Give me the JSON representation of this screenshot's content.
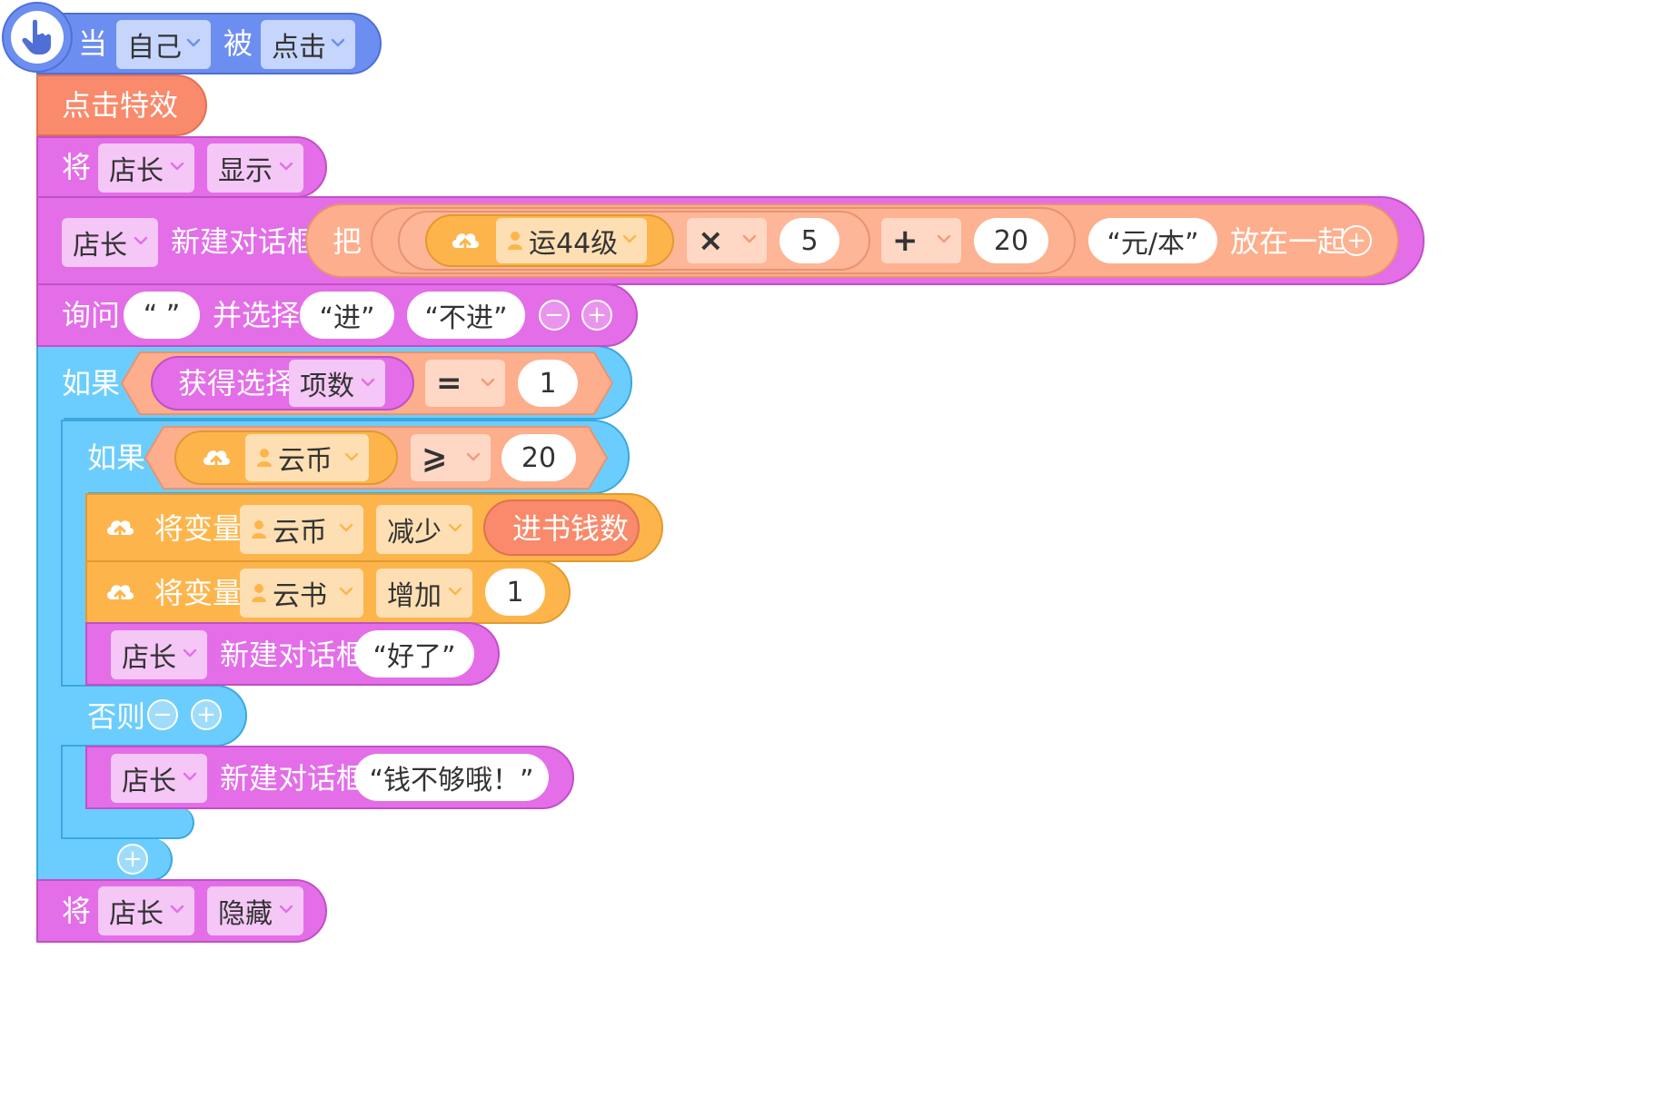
{
  "hat": {
    "when": "当",
    "target": "自己",
    "verb": "被",
    "event": "点击"
  },
  "effect": {
    "label": "点击特效"
  },
  "show": {
    "jiang": "将",
    "actor": "店长",
    "action": "显示"
  },
  "dialog1": {
    "actor": "店长",
    "label": "新建对话框",
    "ba": "把",
    "var": "运44级",
    "mul_op": "×",
    "mul_val": "5",
    "add_op": "+",
    "add_val": "20",
    "text": "“元/本”",
    "join": "放在一起"
  },
  "ask": {
    "label": "询问",
    "question": "“  ”",
    "choose": "并选择",
    "opt1": "“进”",
    "opt2": "“不进”"
  },
  "if1": {
    "label": "如果",
    "get": "获得选择",
    "field": "项数",
    "op": "=",
    "val": "1"
  },
  "if2": {
    "label": "如果",
    "var": "云币",
    "op": "⩾",
    "val": "20"
  },
  "setvar1": {
    "label": "将变量",
    "var": "云币",
    "op": "减少",
    "amount": "进书钱数"
  },
  "setvar2": {
    "label": "将变量",
    "var": "云书",
    "op": "增加",
    "amount": "1"
  },
  "dialog2": {
    "actor": "店长",
    "label": "新建对话框",
    "text": "“好了”"
  },
  "else": {
    "label": "否则"
  },
  "dialog3": {
    "actor": "店长",
    "label": "新建对话框",
    "text": "“钱不够哦！”"
  },
  "hide": {
    "jiang": "将",
    "actor": "店长",
    "action": "隐藏"
  },
  "colors": {
    "looks": "#e36ee8",
    "control": "#6bcdfd",
    "event": "#6c8ef0",
    "variable": "#fdb54b",
    "effect": "#f98a6b",
    "operator": "#fdae8c"
  },
  "icons": {
    "hat": "hand-pointer-icon",
    "cloud": "cloud-upload-icon",
    "person": "person-icon",
    "dropdown": "chevron-down-icon"
  }
}
